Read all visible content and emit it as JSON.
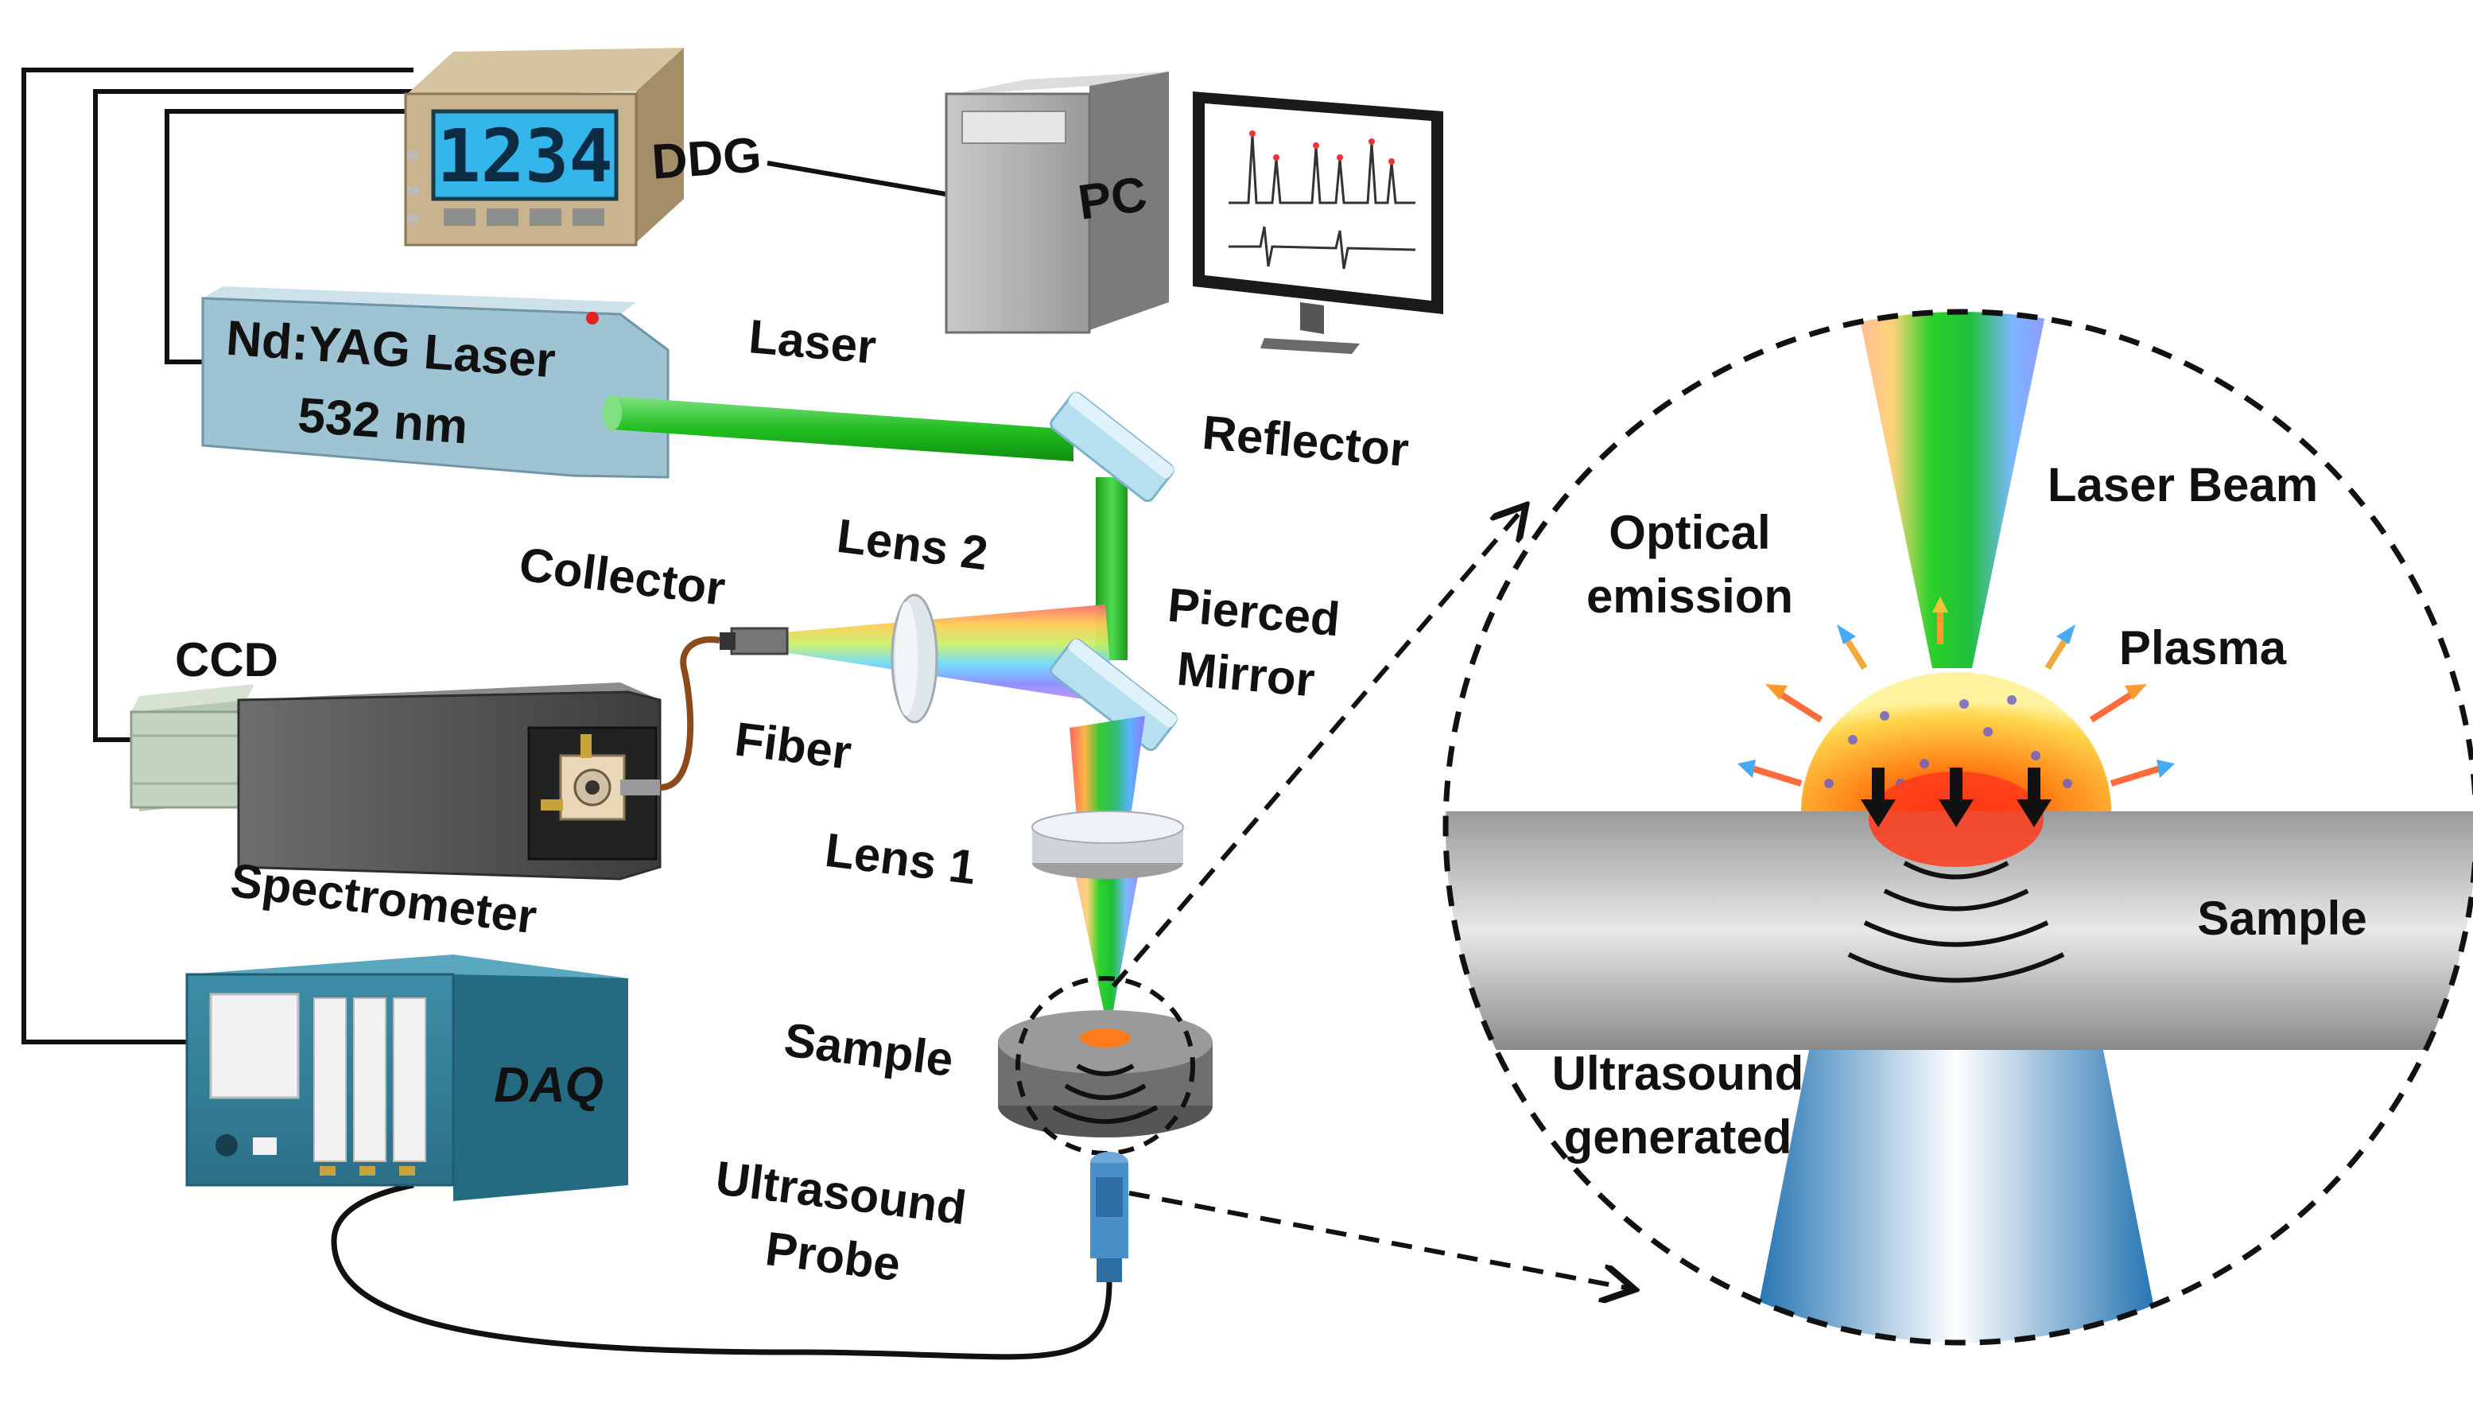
{
  "labels": {
    "ddg": "DDG",
    "ddg_display": "1234",
    "pc": "PC",
    "laser_line1": "Nd:YAG Laser",
    "laser_line2": "532 nm",
    "laser": "Laser",
    "reflector": "Reflector",
    "collector": "Collector",
    "lens2": "Lens 2",
    "pierced_line1": "Pierced",
    "pierced_line2": "Mirror",
    "ccd": "CCD",
    "fiber": "Fiber",
    "spectrometer": "Spectrometer",
    "lens1": "Lens 1",
    "sample": "Sample",
    "daq": "DAQ",
    "probe_line1": "Ultrasound",
    "probe_line2": "Probe"
  },
  "inset": {
    "laser_beam": "Laser Beam",
    "optical_line1": "Optical",
    "optical_line2": "emission",
    "plasma": "Plasma",
    "sample": "Sample",
    "ultrasound_line1": "Ultrasound",
    "ultrasound_line2": "generated"
  },
  "colors": {
    "laser_green": "#33cc33",
    "device_blue": "#9ec3d3",
    "ddg_tan": "#c9b48f",
    "daq_teal": "#2f7f9a",
    "plasma_orange": "#ff8a1a",
    "probe_blue": "#2e86c7"
  }
}
